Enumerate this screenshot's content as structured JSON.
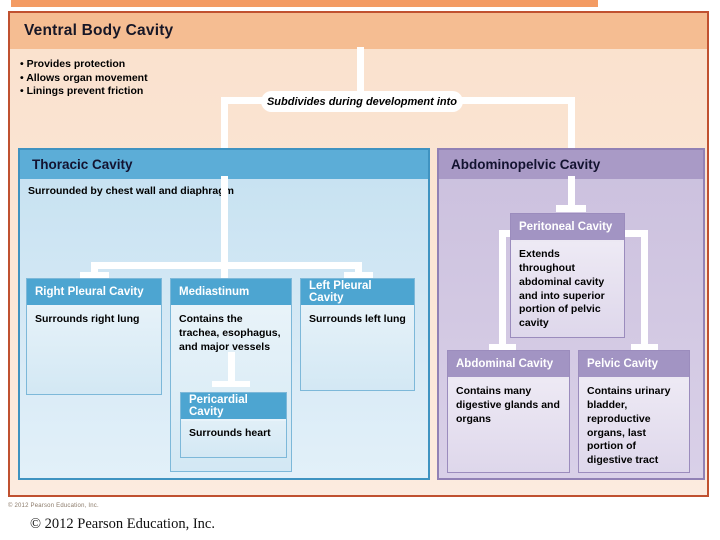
{
  "root": {
    "title": "Ventral Body Cavity",
    "bullets": [
      "Provides protection",
      "Allows organ movement",
      "Linings prevent friction"
    ],
    "connector_label": "Subdivides during development into"
  },
  "thoracic": {
    "title": "Thoracic Cavity",
    "description": "Surrounded by chest wall and diaphragm",
    "children": [
      {
        "title": "Right Pleural Cavity",
        "description": "Surrounds right lung"
      },
      {
        "title": "Mediastinum",
        "description": "Contains the trachea, esophagus, and major vessels",
        "child": {
          "title": "Pericardial Cavity",
          "description": "Surrounds heart"
        }
      },
      {
        "title": "Left Pleural Cavity",
        "description": "Surrounds left lung"
      }
    ]
  },
  "abdominopelvic": {
    "title": "Abdominopelvic Cavity",
    "peritoneal": {
      "title": "Peritoneal Cavity",
      "description": "Extends throughout abdominal cavity and into superior portion of pelvic cavity"
    },
    "children": [
      {
        "title": "Abdominal Cavity",
        "description": "Contains many digestive glands and organs"
      },
      {
        "title": "Pelvic Cavity",
        "description": "Contains urinary bladder, reproductive organs, last portion of digestive tract"
      }
    ]
  },
  "footer": {
    "copyright_small": "© 2012 Pearson Education, Inc.",
    "copyright_serif": "© 2012 Pearson Education, Inc."
  },
  "colors": {
    "top_strip": "#f39b63",
    "outer_border": "#c05130",
    "ventral_header": "#f5bd92",
    "ventral_body": "#fae3d2",
    "blue_header": "#5cadd7",
    "blue_subheader": "#4da5d1",
    "blue_border": "#3f93c1",
    "blue_body_light": "#d9ebf6",
    "purple_header": "#a99ac6",
    "purple_subheader": "#a294c3",
    "purple_border": "#9181b5",
    "purple_body_light": "#d2c8e2",
    "connector": "#ffffff"
  }
}
